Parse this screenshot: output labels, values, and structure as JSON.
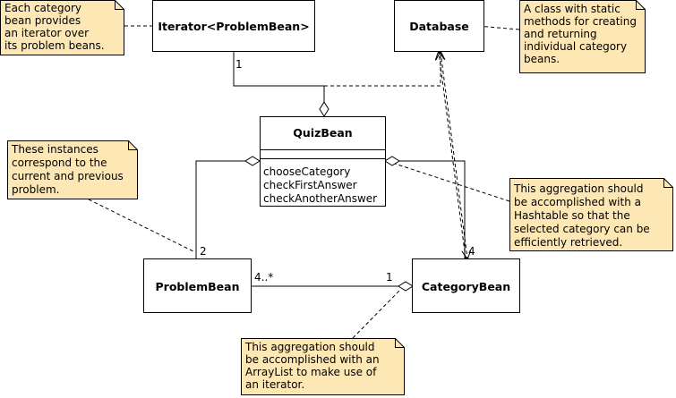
{
  "classes": {
    "iterator": "Iterator<ProblemBean>",
    "database": "Database",
    "quiz": "QuizBean",
    "problem": "ProblemBean",
    "category": "CategoryBean"
  },
  "quiz_operations": [
    "chooseCategory",
    "checkFirstAnswer",
    "checkAnotherAnswer"
  ],
  "notes": {
    "category_iterator": [
      "Each category",
      "bean provides",
      "an iterator over",
      "its problem beans."
    ],
    "database": [
      "A class with static",
      "methods for creating",
      "and returning",
      "individual category",
      "beans."
    ],
    "instances": [
      "These instances",
      "correspond to the",
      "current and previous",
      "problem."
    ],
    "hashtable": [
      "This aggregation should",
      "be accomplished with a",
      "Hashtable so that the",
      "selected category can be",
      "efficiently retrieved."
    ],
    "arraylist": [
      "This aggregation should",
      "be accomplished with an",
      "ArrayList to make use of",
      "an iterator."
    ]
  },
  "multiplicities": {
    "iterator_quiz": "1",
    "quiz_problem": "2",
    "quiz_category": "4",
    "problem_side": "4..*",
    "category_side": "1"
  },
  "colors": {
    "note_fill": "#fde7b4",
    "stroke": "#000000",
    "class_fill": "#ffffff"
  }
}
